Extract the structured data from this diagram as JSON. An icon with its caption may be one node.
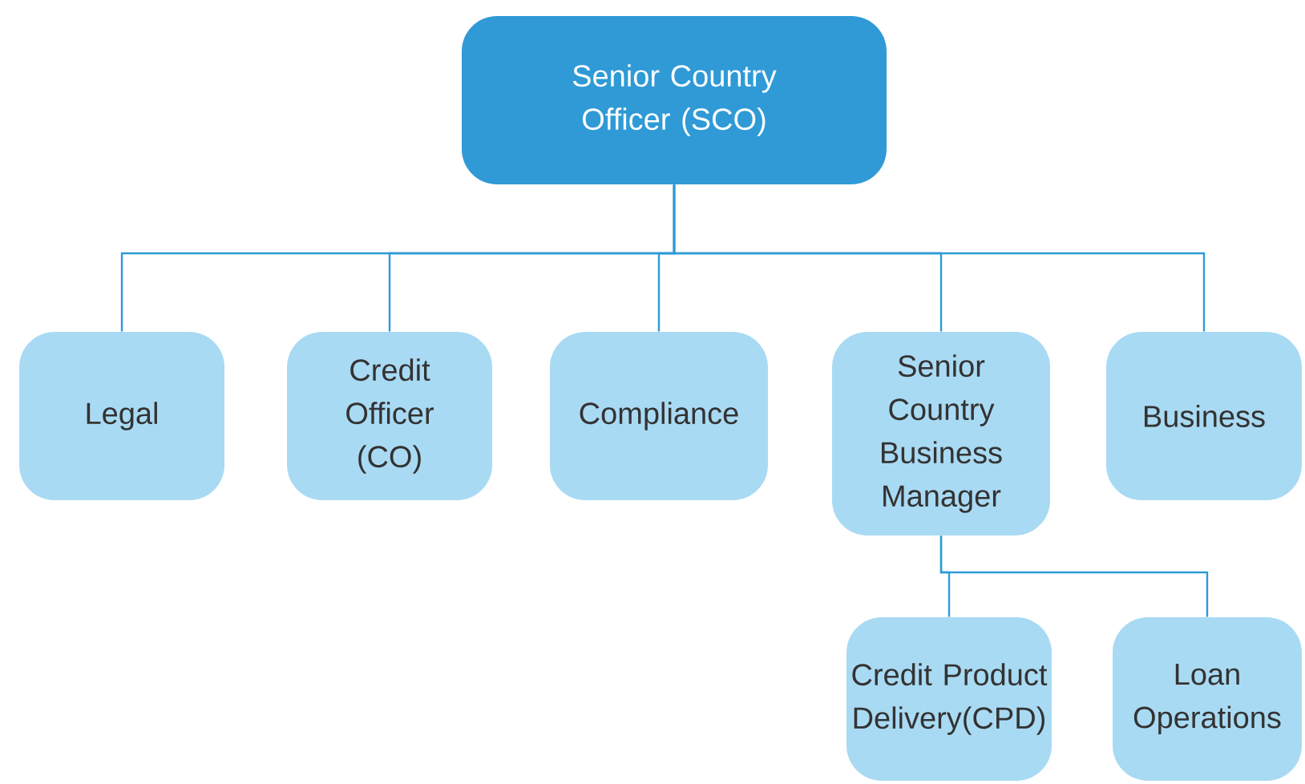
{
  "diagram": {
    "nodes": [
      {
        "text": [
          "Senior Country Officer (SCO)"
        ]
      },
      {
        "text": [
          "Legal"
        ]
      },
      {
        "text": [
          "Credit Officer (CO)"
        ]
      },
      {
        "text": [
          "Compliance"
        ]
      },
      {
        "text": [
          "Senior Country Business Manager"
        ]
      },
      {
        "text": [
          "Business"
        ]
      },
      {
        "text": [
          "Credit Product Delivery(CPD)"
        ]
      },
      {
        "text": [
          "Loan Operations"
        ]
      }
    ],
    "edges": [
      {
        "from": 0,
        "to": 1,
        "arrow": "none"
      },
      {
        "from": 0,
        "to": 2,
        "arrow": "none"
      },
      {
        "from": 0,
        "to": 3,
        "arrow": "none"
      },
      {
        "from": 0,
        "to": 4,
        "arrow": "none"
      },
      {
        "from": 0,
        "to": 5,
        "arrow": "none"
      },
      {
        "from": 4,
        "to": 6,
        "arrow": "none"
      },
      {
        "from": 4,
        "to": 7,
        "arrow": "none"
      }
    ]
  }
}
